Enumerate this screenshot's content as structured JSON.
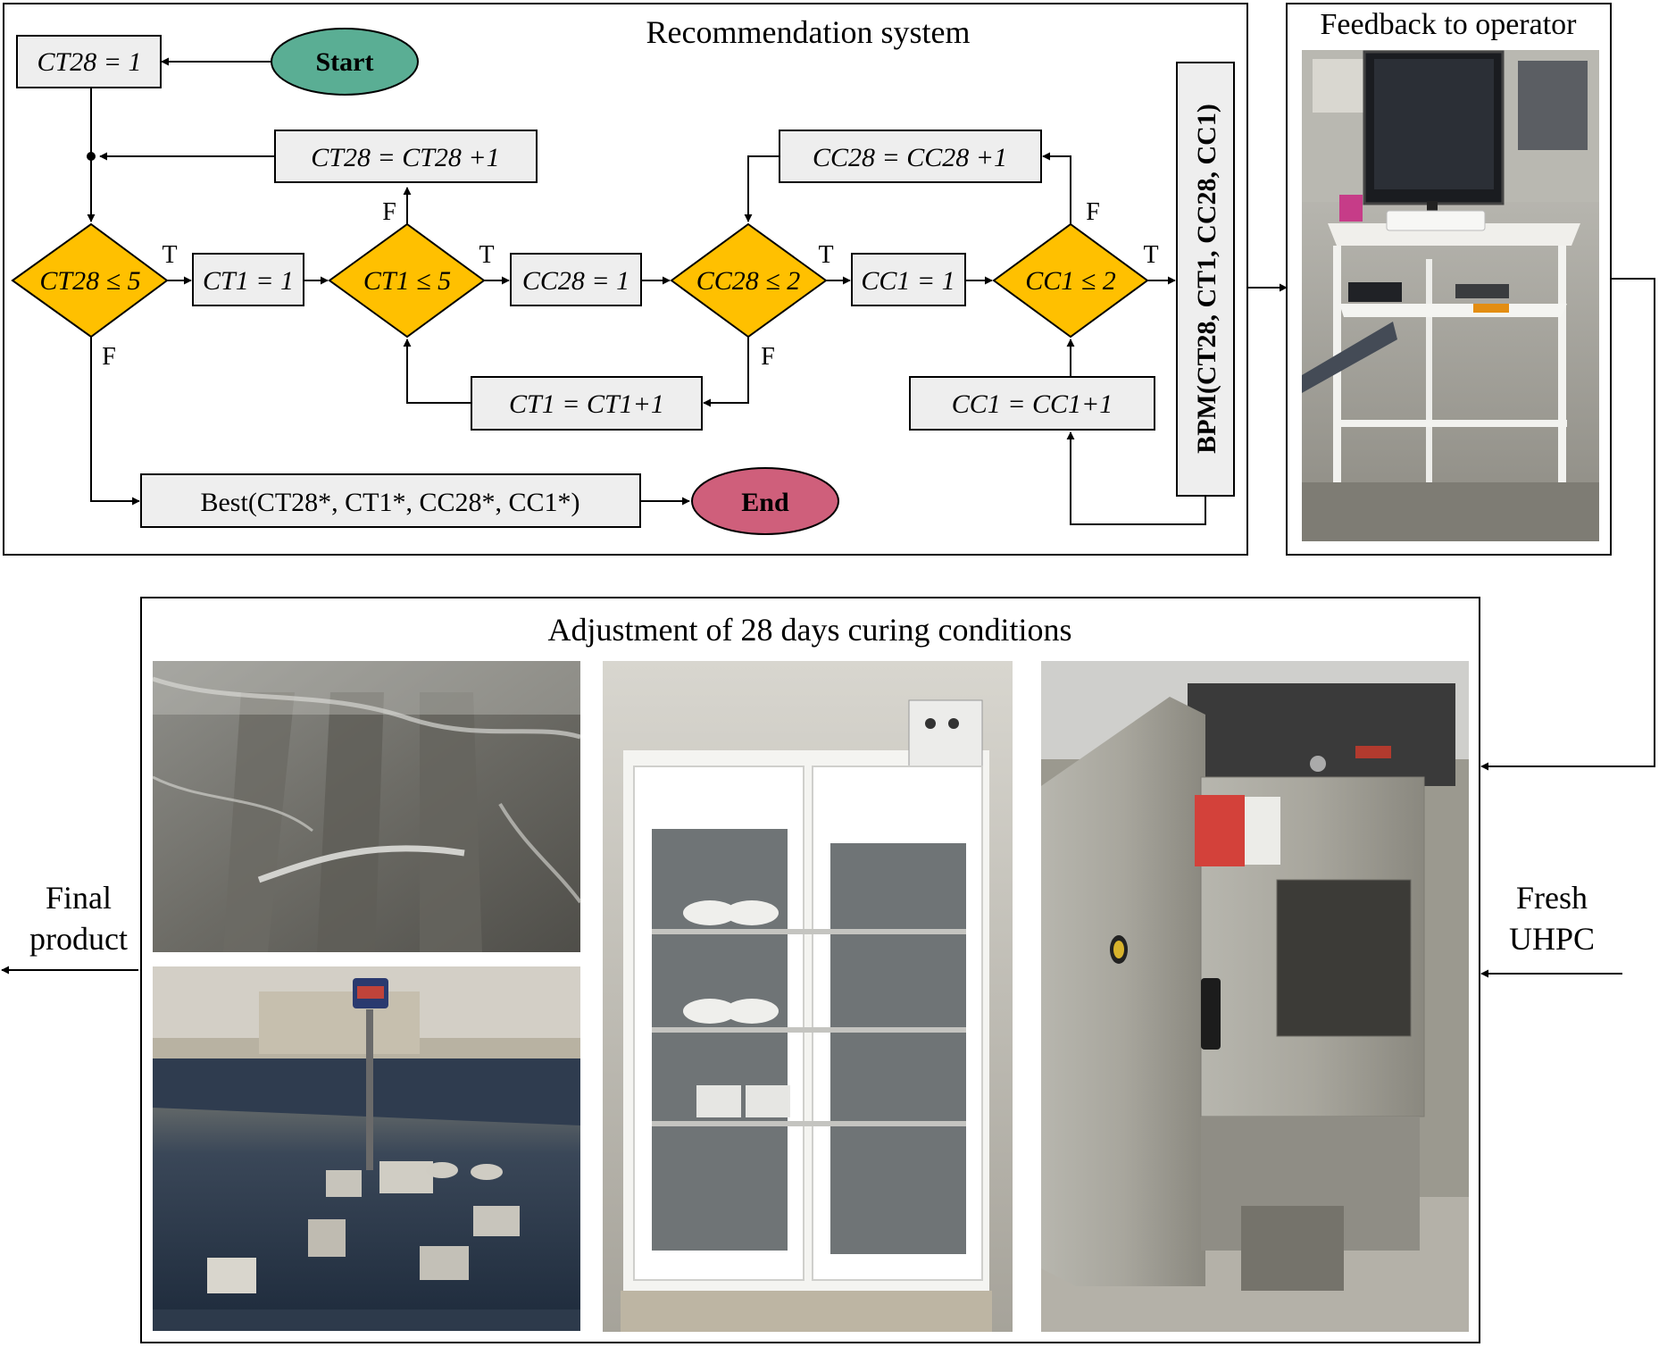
{
  "recommendation": {
    "title": "Recommendation system",
    "init_ct28": "CT28 = 1",
    "start": "Start",
    "end": "End",
    "inc_ct28": "CT28 = CT28 +1",
    "inc_cc28": "CC28 = CC28 +1",
    "inc_ct1": "CT1 = CT1+1",
    "inc_cc1": "CC1 = CC1+1",
    "cond_ct28": "CT28 ≤ 5",
    "cond_ct1": "CT1 ≤ 5",
    "cond_cc28": "CC28 ≤ 2",
    "cond_cc1": "CC1 ≤ 2",
    "set_ct1": "CT1 = 1",
    "set_cc28": "CC28 = 1",
    "set_cc1": "CC1 = 1",
    "best": "Best(CT28*, CT1*, CC28*, CC1*)",
    "bpm": "BPM(CT28, CT1, CC28, CC1)",
    "true_label": "T",
    "false_label": "F"
  },
  "feedback": {
    "title": "Feedback to operator"
  },
  "adjustment": {
    "title": "Adjustment of 28 days curing conditions"
  },
  "side_labels": {
    "final_line1": "Final",
    "final_line2": "product",
    "fresh_line1": "Fresh",
    "fresh_line2": "UHPC"
  },
  "colors": {
    "decision_fill": "#ffc000",
    "start_fill": "#5aae94",
    "end_fill": "#cf5f7b",
    "process_fill": "#eeeeee"
  }
}
